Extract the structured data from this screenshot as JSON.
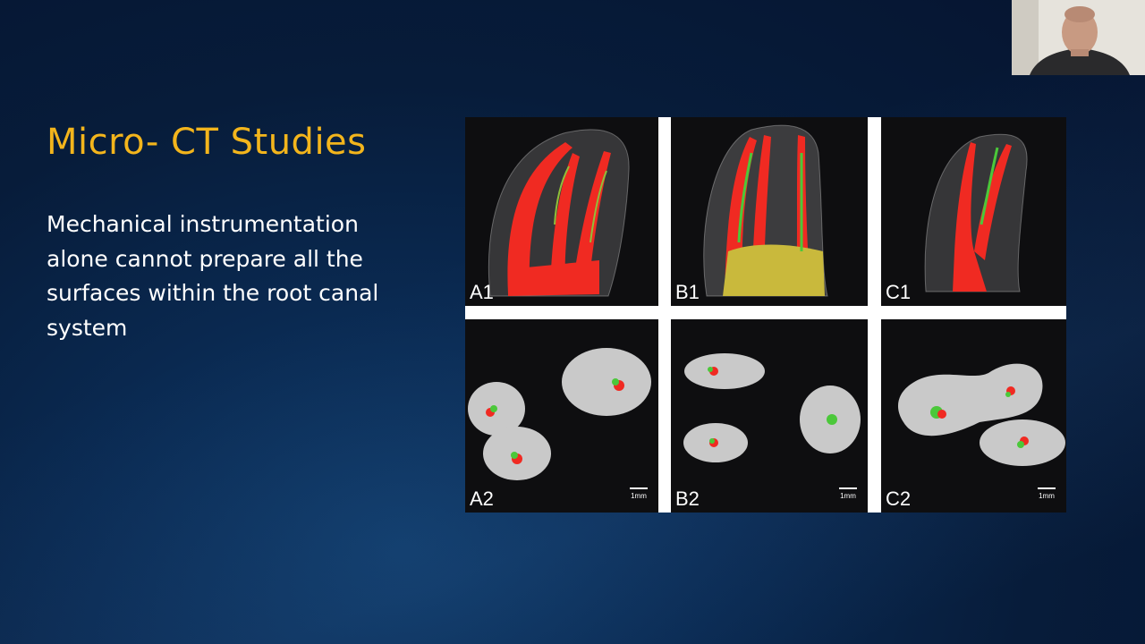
{
  "slide": {
    "title": "Micro- CT Studies",
    "body": "Mechanical instrumentation alone cannot prepare all the surfaces within the root canal system"
  },
  "figure": {
    "panels": [
      {
        "label": "A1",
        "scale": ""
      },
      {
        "label": "B1",
        "scale": ""
      },
      {
        "label": "C1",
        "scale": ""
      },
      {
        "label": "A2",
        "scale": "1mm"
      },
      {
        "label": "B2",
        "scale": "1mm"
      },
      {
        "label": "C2",
        "scale": "1mm"
      }
    ]
  },
  "colors": {
    "title": "#f3b51c",
    "canal_red": "#f02a22",
    "canal_green": "#4bc83a"
  },
  "webcam": {
    "icon": "presenter-video-icon"
  }
}
